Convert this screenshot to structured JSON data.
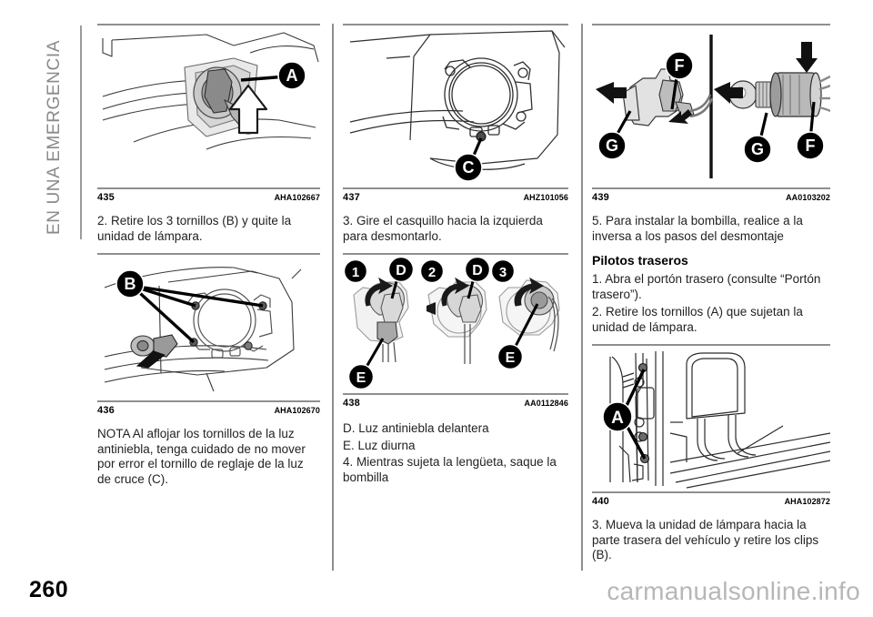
{
  "chapter": {
    "vertical_title": "EN UNA EMERGENCIA",
    "page_number": "260"
  },
  "watermark": "carmanualsonline.info",
  "columns": [
    {
      "id": "column-1",
      "blocks": [
        {
          "type": "figure",
          "name": "figure-435",
          "caption_number": "435",
          "caption_code": "AHA102667",
          "callouts": [
            "A"
          ],
          "description": "Vista del conjunto de faro con casquillo y flecha de extraccion"
        },
        {
          "type": "text",
          "name": "step-2-paragraph",
          "text": "2. Retire los 3 tornillos (B) y quite la unidad de lámpara."
        },
        {
          "type": "figure",
          "name": "figure-436",
          "caption_number": "436",
          "caption_code": "AHA102670",
          "callouts": [
            "B"
          ],
          "description": "Unidad de lampara con tres tornillos senalados"
        },
        {
          "type": "text",
          "name": "note-paragraph",
          "text": "NOTA  Al aflojar los tornillos de la luz antiniebla, tenga cuidado de no mover por error el tornillo de reglaje de la luz de cruce (C)."
        }
      ]
    },
    {
      "id": "column-2",
      "blocks": [
        {
          "type": "figure",
          "name": "figure-437",
          "caption_number": "437",
          "caption_code": "AHZ101056",
          "callouts": [
            "C"
          ],
          "description": "Casquillo de la lampara y tornillo de reglaje C"
        },
        {
          "type": "text",
          "name": "step-3-paragraph",
          "text": "3. Gire el casquillo hacia la izquierda para desmontarlo."
        },
        {
          "type": "figure",
          "name": "figure-438",
          "caption_number": "438",
          "caption_code": "AA0112846",
          "callouts": [
            "1",
            "D",
            "2",
            "D",
            "3",
            "E",
            "E"
          ],
          "description": "Tres vistas de casquillos numeradas 1, 2 y 3 con referencias D y E"
        },
        {
          "type": "text",
          "name": "legend-d",
          "text": "D. Luz antiniebla delantera"
        },
        {
          "type": "text",
          "name": "legend-e",
          "text": "E. Luz diurna"
        },
        {
          "type": "text",
          "name": "step-4-paragraph",
          "text": "4. Mientras sujeta la lengüeta, saque la bombilla"
        }
      ]
    },
    {
      "id": "column-3",
      "blocks": [
        {
          "type": "figure",
          "name": "figure-439",
          "caption_number": "439",
          "caption_code": "AA0103202",
          "callouts": [
            "F",
            "G",
            "G",
            "F"
          ],
          "description": "Dos detalles de conector y portalamparas con referencias F y G"
        },
        {
          "type": "text",
          "name": "step-5-paragraph",
          "text": "5. Para instalar la bombilla, realice a la inversa a los pasos del desmontaje"
        },
        {
          "type": "heading",
          "name": "heading-pilotos-traseros",
          "text": "Pilotos traseros"
        },
        {
          "type": "text",
          "name": "rear-step-1-paragraph",
          "text": "1. Abra el portón trasero (consulte “Portón trasero”)."
        },
        {
          "type": "text",
          "name": "rear-step-2-paragraph",
          "text": "2. Retire los tornillos (A) que sujetan la unidad de lámpara."
        },
        {
          "type": "figure",
          "name": "figure-440",
          "caption_number": "440",
          "caption_code": "AHA102872",
          "callouts": [
            "A"
          ],
          "description": "Vano del porton trasero con tornillos de la unidad de lampara"
        },
        {
          "type": "text",
          "name": "rear-step-3-paragraph",
          "text": "3. Mueva la unidad de lámpara hacia la parte trasera del vehículo y retire los clips (B)."
        }
      ]
    }
  ],
  "colors": {
    "rule": "#8f8f8f",
    "callout_fill": "#000000",
    "callout_text": "#ffffff",
    "watermark": "#b7b7b7",
    "chapter_tab": "#8a8a8a"
  }
}
